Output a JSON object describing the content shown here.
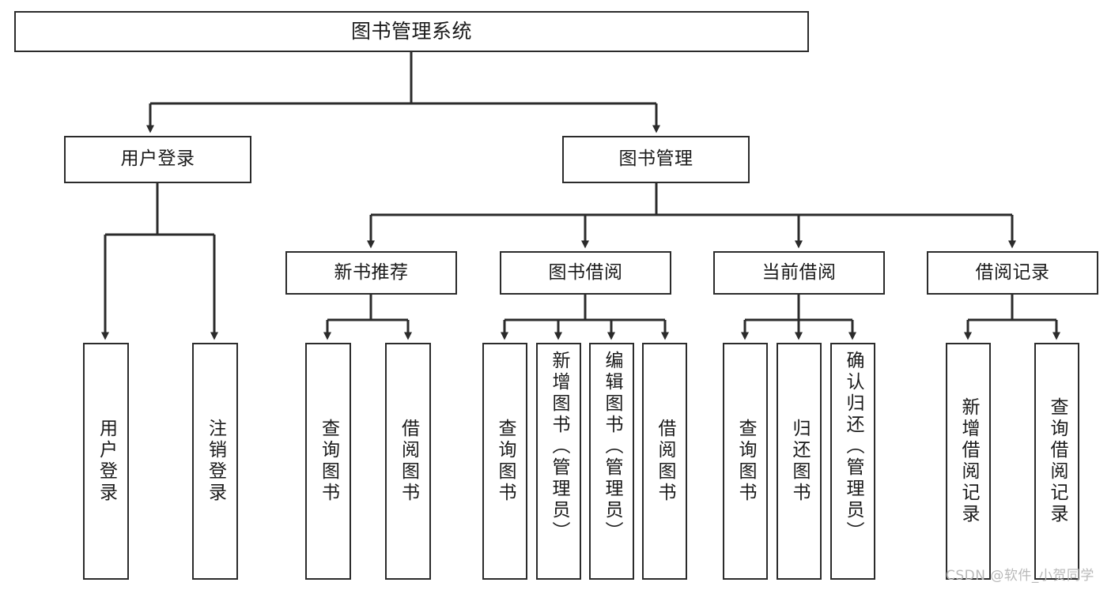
{
  "diagram": {
    "type": "tree-hierarchy-chart",
    "title": "图书管理系统",
    "line_color": "#2b2b2b",
    "box_fill": "#ffffff",
    "text_color": "#1a1a1a",
    "watermark": "CSDN @软件_小贺同学",
    "levels": [
      {
        "level": 1,
        "nodes": [
          {
            "id": "root",
            "label": "图书管理系统"
          }
        ]
      },
      {
        "level": 2,
        "nodes": [
          {
            "id": "login",
            "label": "用户登录",
            "parent": "root"
          },
          {
            "id": "bookmgmt",
            "label": "图书管理",
            "parent": "root"
          }
        ]
      },
      {
        "level": 3,
        "nodes": [
          {
            "id": "newbook",
            "label": "新书推荐",
            "parent": "bookmgmt"
          },
          {
            "id": "borrow",
            "label": "图书借阅",
            "parent": "bookmgmt"
          },
          {
            "id": "current",
            "label": "当前借阅",
            "parent": "bookmgmt"
          },
          {
            "id": "records",
            "label": "借阅记录",
            "parent": "bookmgmt"
          }
        ]
      },
      {
        "level": 4,
        "nodes": [
          {
            "id": "leaf1",
            "label": "用户登录",
            "parent": "login"
          },
          {
            "id": "leaf2",
            "label": "注销登录",
            "parent": "login"
          },
          {
            "id": "leaf3",
            "label": "查询图书",
            "parent": "newbook"
          },
          {
            "id": "leaf4",
            "label": "借阅图书",
            "parent": "newbook"
          },
          {
            "id": "leaf5",
            "label": "查询图书",
            "parent": "borrow"
          },
          {
            "id": "leaf6",
            "label": "新增图书（管理员）",
            "parent": "borrow"
          },
          {
            "id": "leaf7",
            "label": "编辑图书（管理员）",
            "parent": "borrow"
          },
          {
            "id": "leaf8",
            "label": "借阅图书",
            "parent": "borrow"
          },
          {
            "id": "leaf9",
            "label": "查询图书",
            "parent": "current"
          },
          {
            "id": "leaf10",
            "label": "归还图书",
            "parent": "current"
          },
          {
            "id": "leaf11",
            "label": "确认归还（管理员）",
            "parent": "current"
          },
          {
            "id": "leaf12",
            "label": "新增借阅记录",
            "parent": "records"
          },
          {
            "id": "leaf13",
            "label": "查询借阅记录",
            "parent": "records"
          }
        ]
      }
    ]
  }
}
